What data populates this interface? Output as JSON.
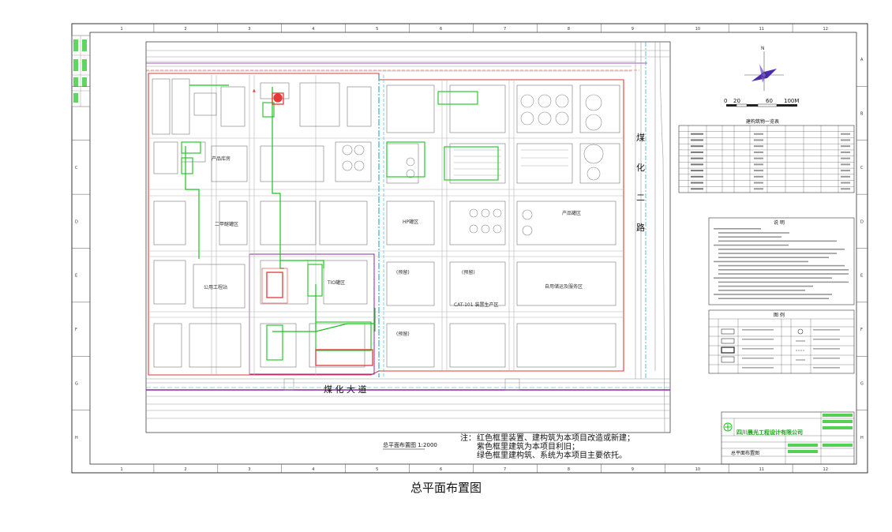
{
  "frame": {
    "columns": [
      "1",
      "2",
      "3",
      "4",
      "5",
      "6",
      "7",
      "8",
      "9",
      "10",
      "11",
      "12"
    ],
    "rows": [
      "A",
      "B",
      "C",
      "D",
      "E",
      "F",
      "G",
      "H"
    ]
  },
  "map": {
    "road_east": "煤 化 二 路",
    "road_south": "煤 化 大 道",
    "blocks": {
      "hp_tank": "HP罐区",
      "product_storage": "产品罐区",
      "dimethyl_ether": "二甲醚罐区",
      "public_works": "公用工程站",
      "tio_tank": "TIO罐区",
      "product_warehouse": "产品库房",
      "reserve_a": "(预留)",
      "reserve_b": "(预留)",
      "reserve_c": "(预留)",
      "cat_production": "CAT-101 装置生产区",
      "storage_center": "自用储运及服务区"
    }
  },
  "scale_bar": {
    "labels": [
      "0",
      "20",
      "60",
      "100M"
    ]
  },
  "legend_table": {
    "title": "建构筑物一览表"
  },
  "notes_box": {
    "title": "说  明"
  },
  "symbols_box": {
    "title": "图  例"
  },
  "title_block": {
    "company": "四川晨光工程设计有限公司",
    "drawing_name": "总平面布置图"
  },
  "plan_label": "总平面布置图  1:2000",
  "notes": {
    "prefix": "注：",
    "line1": "红色框里装置、建构筑为本项目改造或新建；",
    "line2": "紫色框里建筑为本项目利旧；",
    "line3": "绿色框里建构筑、系统为本项目主要依托。"
  },
  "caption": "总平面布置图",
  "colors": {
    "red": "#e53935",
    "purple": "#8e24aa",
    "green": "#19c41c",
    "cyan": "#29b6c8",
    "line": "#8a8a8a"
  }
}
